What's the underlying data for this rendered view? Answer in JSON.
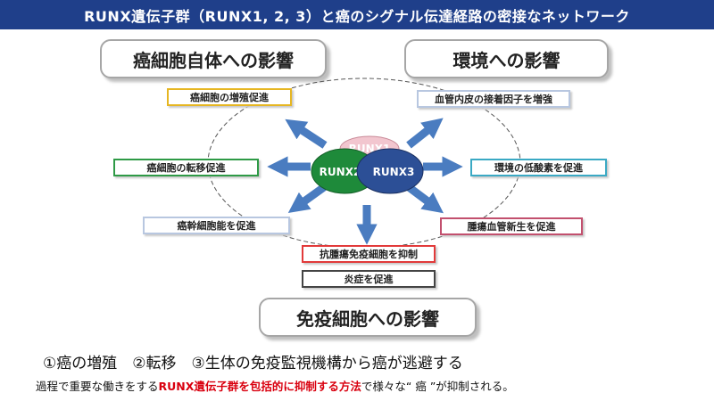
{
  "title": "RUNX遺伝子群（RUNX1, 2, 3）と癌のシグナル伝達経路の密接なネットワーク",
  "headings": {
    "cancer_cell": "癌細胞自体への影響",
    "environment": "環境への影響",
    "immune_cell": "免疫細胞への影響"
  },
  "center": {
    "runx1": "RUNX1",
    "runx2": "RUNX2",
    "runx3": "RUNX3"
  },
  "boxes": {
    "proliferation": "癌細胞の増殖促進",
    "metastasis": "癌細胞の転移促進",
    "stemness": "癌幹細胞能を促進",
    "adhesion": "血管内皮の接着因子を増強",
    "hypoxia": "環境の低酸素を促進",
    "angiogenesis": "腫瘍血管新生を促進",
    "antitumor_immunity": "抗腫瘍免疫細胞を抑制",
    "inflammation": "炎症を促進"
  },
  "colors": {
    "title_bg": "#1f3f8a",
    "arrow": "#4a7cc0",
    "runx1": "#f2c6cf",
    "runx2": "#1e8a3a",
    "runx3": "#2c4f96",
    "highlight": "#d9000f"
  },
  "notes": {
    "line1": "①癌の増殖　②転移　③生体の免疫監視機構から癌が逃避する",
    "line2_pre": "過程で重要な働きをする",
    "line2_highlight": "RUNX遺伝子群を包括的に抑制する方法",
    "line2_post": "で様々な“ 癌 ”が抑制される。"
  }
}
